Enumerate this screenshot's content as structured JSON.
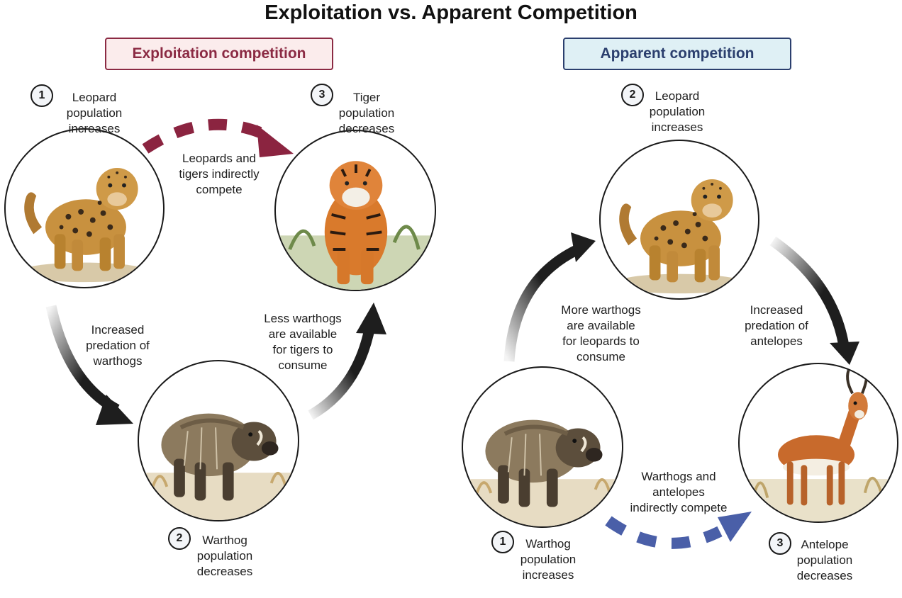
{
  "title": "Exploitation vs. Apparent Competition",
  "exploitation": {
    "heading": "Exploitation competition",
    "step1": {
      "num": "1",
      "text": "Leopard\npopulation\nincreases"
    },
    "step2": {
      "num": "2",
      "text": "Warthog\npopulation\ndecreases"
    },
    "step3": {
      "num": "3",
      "text": "Tiger\npopulation\ndecreases"
    },
    "arrow_top": "Leopards and\ntigers indirectly\ncompete",
    "arrow_left": "Increased\npredation of\nwarthogs",
    "arrow_right": "Less warthogs\nare available\nfor tigers to\nconsume"
  },
  "apparent": {
    "heading": "Apparent competition",
    "step1": {
      "num": "1",
      "text": "Warthog\npopulation\nincreases"
    },
    "step2": {
      "num": "2",
      "text": "Leopard\npopulation\nincreases"
    },
    "step3": {
      "num": "3",
      "text": "Antelope\npopulation\ndecreases"
    },
    "arrow_left": "More warthogs\nare available\nfor leopards to\nconsume",
    "arrow_right": "Increased\npredation of\nantelopes",
    "arrow_bottom": "Warthogs and\nantelopes\nindirectly compete"
  },
  "colors": {
    "exploitation_accent": "#8b2a43",
    "apparent_accent": "#2b3f6e",
    "dashed_red": "#8b2440",
    "dashed_blue": "#4a5fa8",
    "solid_arrow": "#1e1e1e"
  },
  "icons": {
    "leopard": "leopard-illustration",
    "tiger": "tiger-illustration",
    "warthog": "warthog-illustration",
    "antelope": "antelope-illustration"
  }
}
